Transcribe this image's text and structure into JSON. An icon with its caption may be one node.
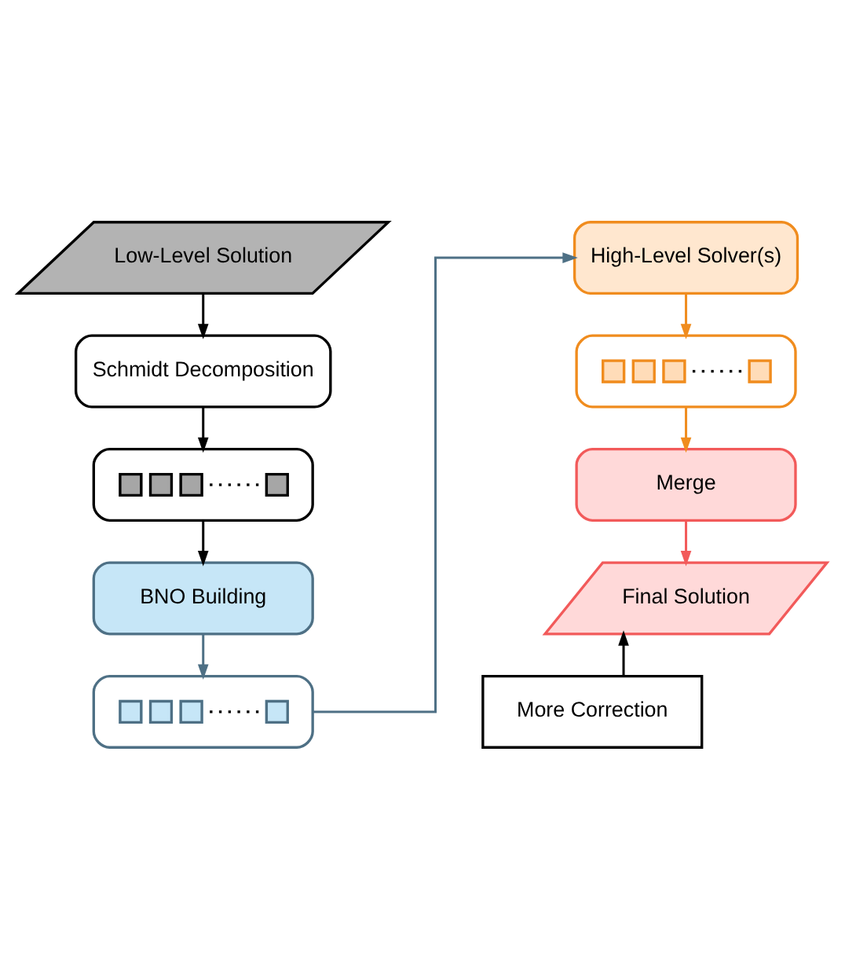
{
  "diagram": {
    "nodes": [
      {
        "text": [
          "Low-Level Solution"
        ]
      },
      {
        "text": [
          "Schmidt Decomposition"
        ]
      },
      {
        "text": [],
        "shape": "box"
      },
      {
        "text": [
          "BNO Building"
        ]
      },
      {
        "text": [],
        "shape": "box"
      },
      {
        "text": [
          "High-Level Solver(s)"
        ]
      },
      {
        "text": [],
        "shape": "box"
      },
      {
        "text": [
          "Merge"
        ]
      },
      {
        "text": [
          "Final Solution"
        ]
      },
      {
        "text": [
          "More Correction"
        ]
      }
    ],
    "edges": [
      {
        "from": 0,
        "to": 1,
        "arrow": "to"
      },
      {
        "from": 1,
        "to": 2,
        "arrow": "to"
      },
      {
        "from": 2,
        "to": 3,
        "arrow": "to"
      },
      {
        "from": 3,
        "to": 4,
        "arrow": "to",
        "color": "#4e7085"
      },
      {
        "from": 4,
        "to": 5,
        "arrow": "to",
        "color": "#4e7085"
      },
      {
        "from": 5,
        "to": 6,
        "arrow": "to",
        "color": "#f08c1e"
      },
      {
        "from": 6,
        "to": 7,
        "arrow": "to",
        "color": "#f08c1e"
      },
      {
        "from": 7,
        "to": 8,
        "arrow": "to",
        "color": "#f25a5a"
      },
      {
        "from": 9,
        "to": 8,
        "arrow": "to"
      }
    ]
  }
}
